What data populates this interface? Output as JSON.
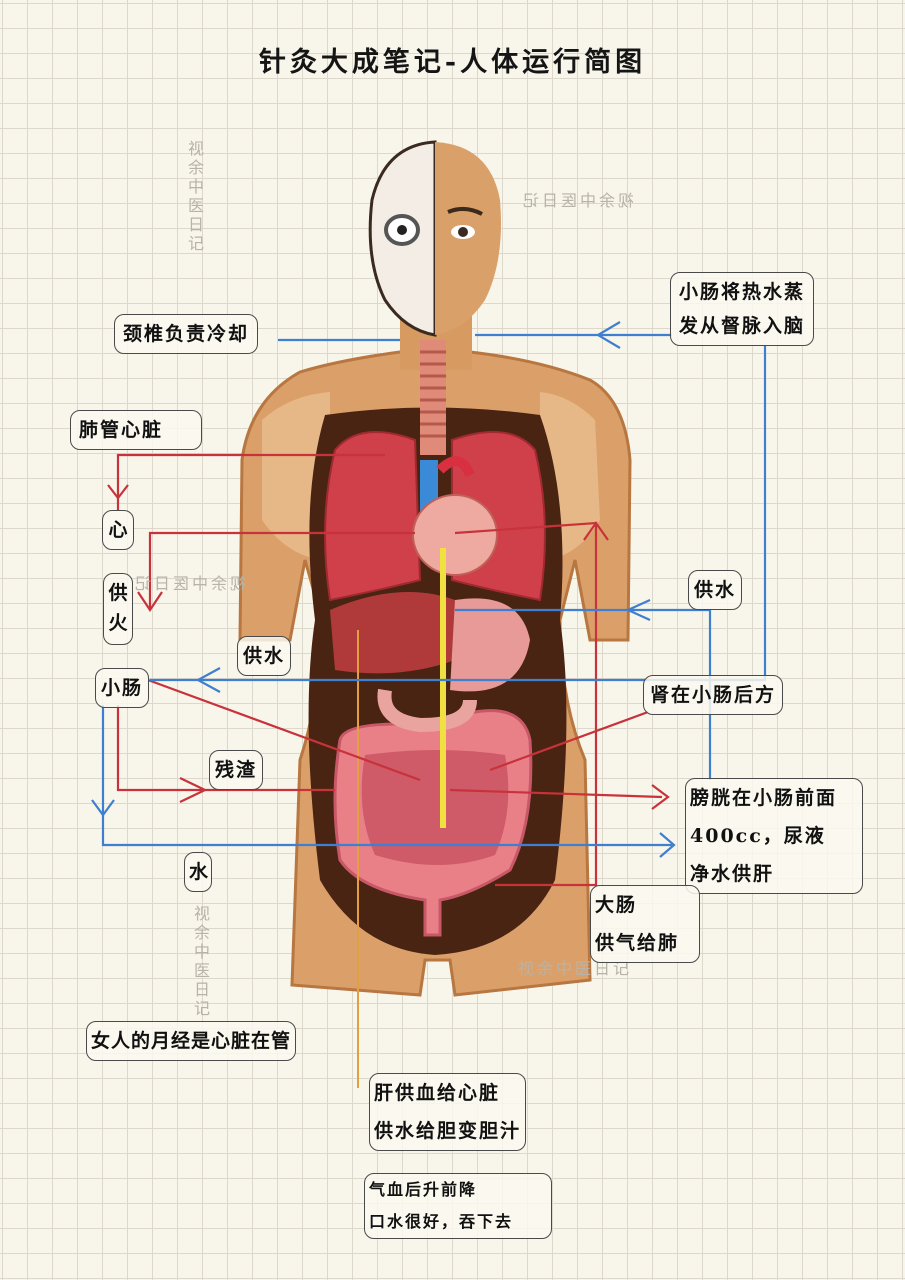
{
  "title": "针灸大成笔记-人体运行简图",
  "labels": {
    "neck_cooling": "颈椎负责冷却",
    "lung_heart": "肺管心脏",
    "heart": "心",
    "supply_fire": "供火",
    "small_intestine": "小肠",
    "supply_water_left": "供水",
    "residue": "残渣",
    "water": "水",
    "small_intestine_steam_line1": "小肠将热水蒸",
    "small_intestine_steam_line2": "发从督脉入脑",
    "supply_water_right": "供水",
    "kidney": "肾在小肠后方",
    "bladder_line1": "膀胱在小肠前面",
    "bladder_line2": "400cc，尿液",
    "bladder_line3": "净水供肝",
    "large_intestine_line1": "大肠",
    "large_intestine_line2": "供气给肺",
    "menstruation": "女人的月经是心脏在管",
    "liver_line1": "肝供血给心脏",
    "liver_line2": "供水给胆变胆汁",
    "qi_blood_line1": "气血后升前降",
    "qi_blood_line2": "口水很好，吞下去"
  },
  "watermarks": {
    "text": "视余中医日记"
  },
  "colors": {
    "background": "#f8f5ea",
    "grid": "#dcd8cc",
    "red_line": "#c8323a",
    "blue_line": "#3f7fd0",
    "yellow_line": "#f0e040",
    "orange_line": "#e3a040",
    "skin": "#e0a874",
    "skin_dark": "#b97a45",
    "cavity": "#4a2412",
    "lung": "#d0404a",
    "intestine": "#e98088"
  }
}
